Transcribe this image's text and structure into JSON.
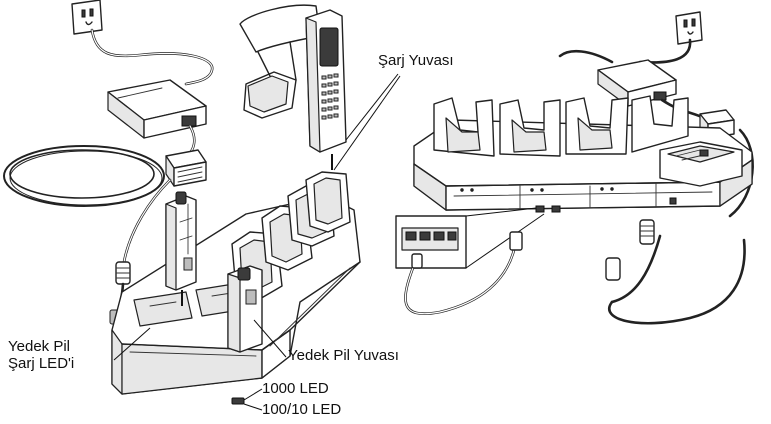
{
  "labels": {
    "cradle_slot": "Şarj Yuvası",
    "spare_battery_led_line1": "Yedek Pil",
    "spare_battery_led_line2": "Şarj LED'i",
    "spare_battery_slot": "Yedek Pil Yuvası",
    "led_1000": "1000 LED",
    "led_100_10": "100/10 LED"
  }
}
